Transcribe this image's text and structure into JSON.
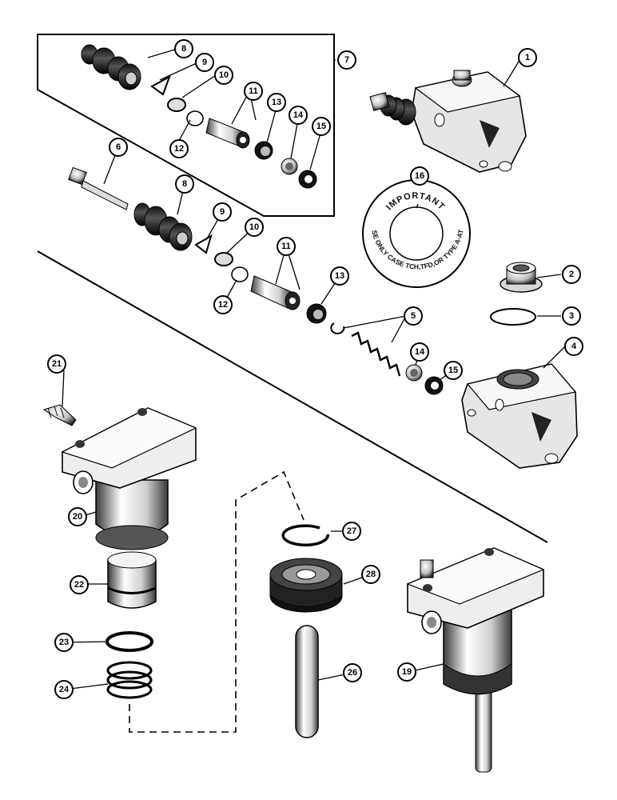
{
  "callouts": [
    "1",
    "2",
    "3",
    "4",
    "5",
    "6",
    "7",
    "8",
    "9",
    "10",
    "11",
    "12",
    "13",
    "14",
    "15",
    "16",
    "19",
    "20",
    "21",
    "22",
    "23",
    "24",
    "26",
    "27",
    "28"
  ],
  "seal": {
    "heading": "IMPORTANT",
    "note": "USE ONLY CASE TCH,TFD,OR TYPE A-ATF"
  }
}
